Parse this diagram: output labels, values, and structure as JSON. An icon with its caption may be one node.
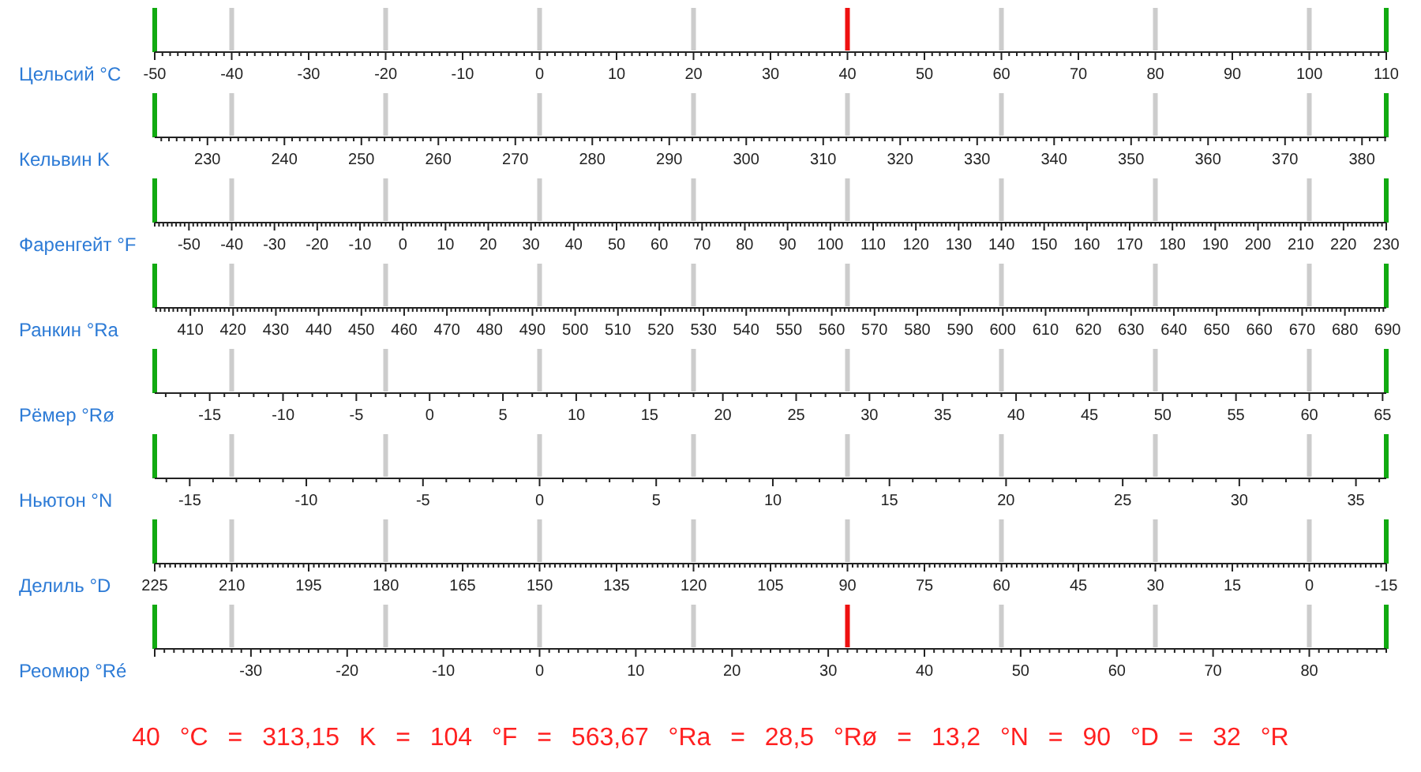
{
  "diagram": {
    "labels": [
      "Цельсий °C",
      "-50",
      "-40",
      "-30",
      "-20",
      "-10",
      "0",
      "10",
      "20",
      "30",
      "40",
      "50",
      "60",
      "70",
      "80",
      "90",
      "100",
      "110",
      "Кельвин K",
      "230",
      "240",
      "250",
      "260",
      "270",
      "280",
      "290",
      "300",
      "310",
      "320",
      "330",
      "340",
      "350",
      "360",
      "370",
      "380",
      "Фаренгейт °F",
      "-50",
      "-40",
      "-30",
      "-20",
      "-10",
      "0",
      "10",
      "20",
      "30",
      "40",
      "50",
      "60",
      "70",
      "80",
      "90",
      "100",
      "110",
      "120",
      "130",
      "140",
      "150",
      "160",
      "170",
      "180",
      "190",
      "200",
      "210",
      "220",
      "230",
      "Ранкин °Ra",
      "410",
      "420",
      "430",
      "440",
      "450",
      "460",
      "470",
      "480",
      "490",
      "500",
      "510",
      "520",
      "530",
      "540",
      "550",
      "560",
      "570",
      "580",
      "590",
      "600",
      "610",
      "620",
      "630",
      "640",
      "650",
      "660",
      "670",
      "680",
      "690",
      "Рёмер °Rø",
      "-15",
      "-10",
      "-5",
      "0",
      "5",
      "10",
      "15",
      "20",
      "25",
      "30",
      "35",
      "40",
      "45",
      "50",
      "55",
      "60",
      "65",
      "Ньютон °N",
      "-15",
      "-10",
      "-5",
      "0",
      "5",
      "10",
      "15",
      "20",
      "25",
      "30",
      "35",
      "Делиль °D",
      "225",
      "210",
      "195",
      "180",
      "165",
      "150",
      "135",
      "120",
      "105",
      "90",
      "75",
      "60",
      "45",
      "30",
      "15",
      "0",
      "-15",
      "Реомюр °Ré",
      "-30",
      "-20",
      "-10",
      "0",
      "10",
      "20",
      "30",
      "40",
      "50",
      "60",
      "70",
      "80",
      "40 °C = 313,15 K = 104 °F = 563,67 °Ra = 28,5 °Rø = 13,2 °N = 90 °D = 32 °R"
    ]
  }
}
